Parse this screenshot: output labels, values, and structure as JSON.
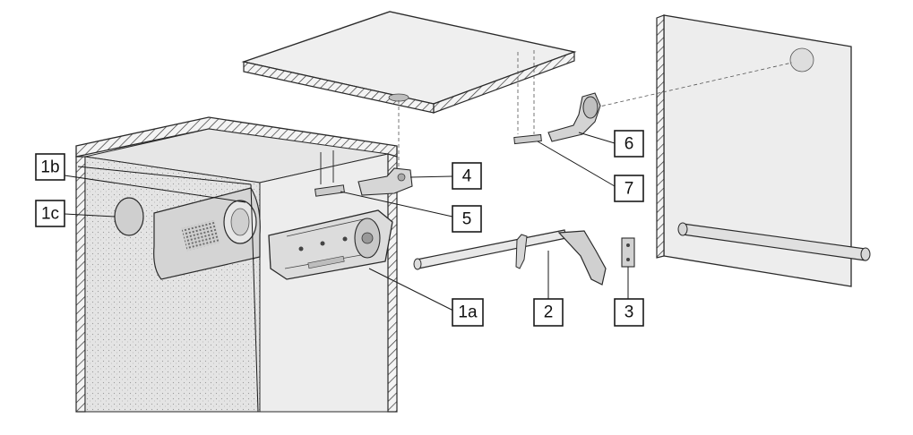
{
  "callouts": {
    "c1a": "1a",
    "c1b": "1b",
    "c1c": "1c",
    "c2": "2",
    "c3": "3",
    "c4": "4",
    "c5": "5",
    "c6": "6",
    "c7": "7"
  },
  "colors": {
    "line": "#2a2a2a",
    "panel_fill": "#ededed",
    "hatch": "#333333",
    "mechanism_fill": "#d9d9d9"
  }
}
